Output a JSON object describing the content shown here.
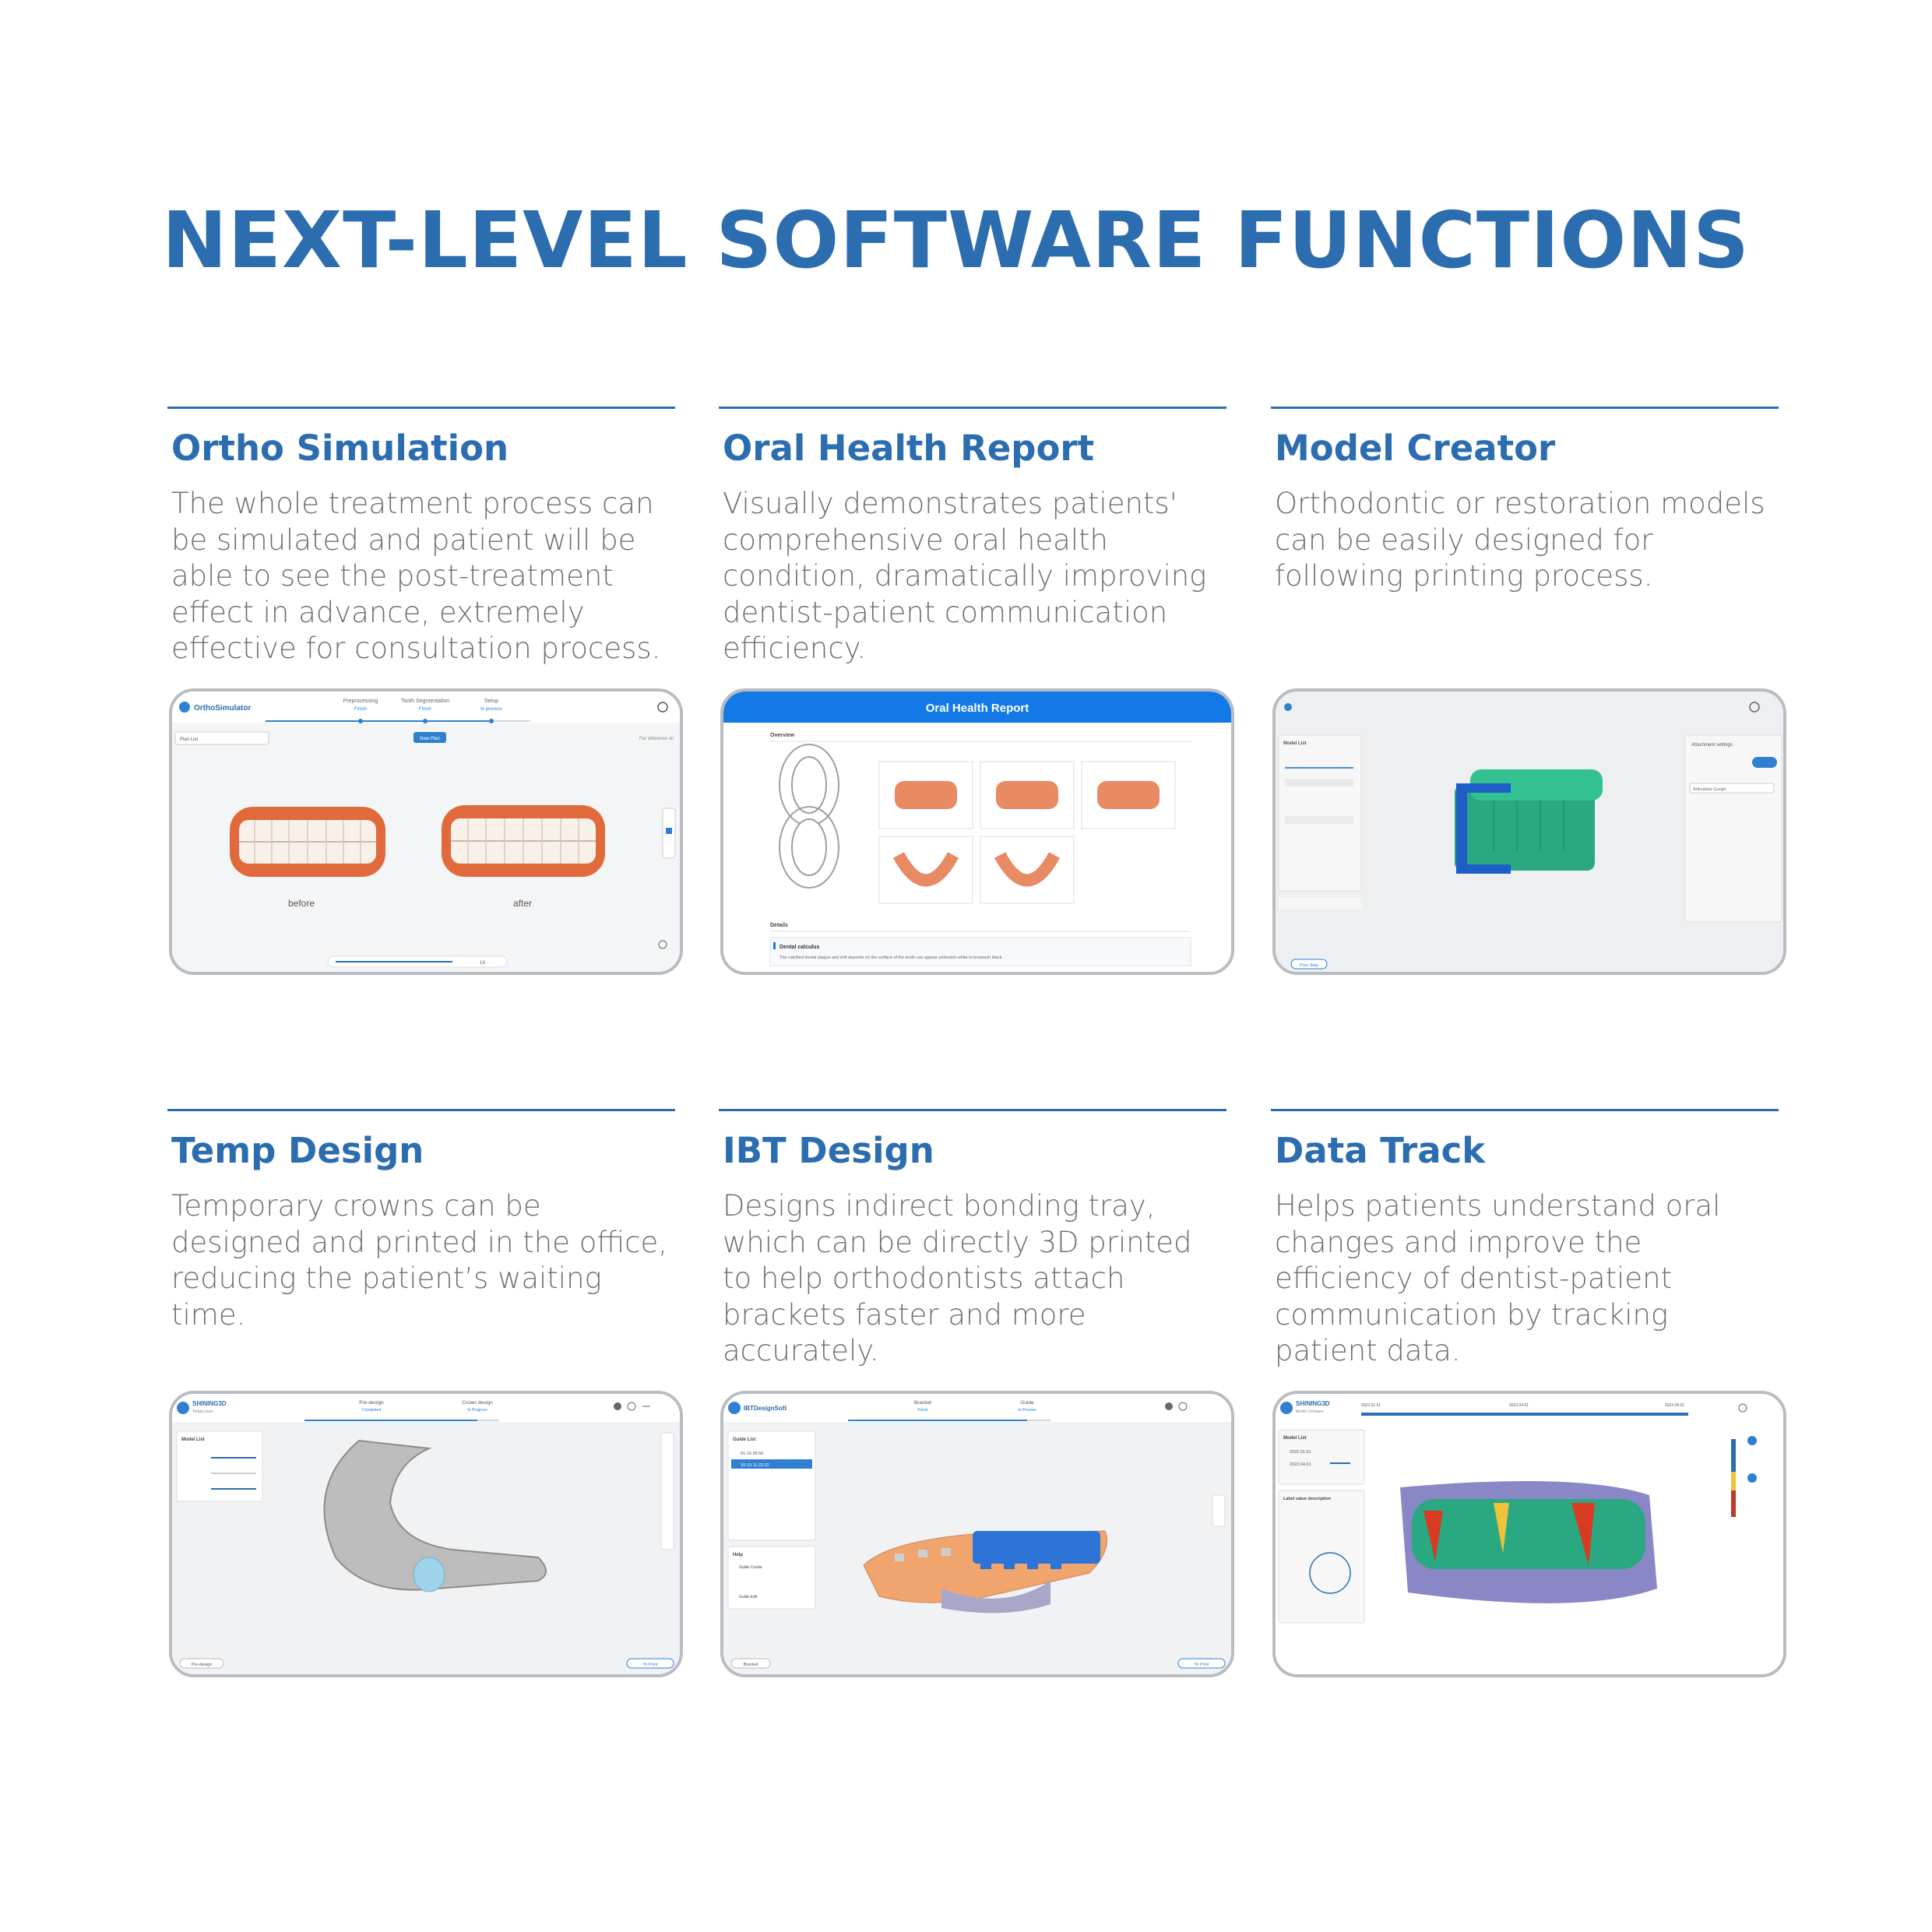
{
  "title": "NEXT-LEVEL SOFTWARE FUNCTIONS",
  "colors": {
    "brand_blue": "#2c6db0",
    "body_text": "#707070",
    "card_border": "#b9bcc1"
  },
  "features": [
    {
      "title": "Ortho Simulation",
      "description": "The whole treatment process can be simulated and patient will be able to see the post-treatment effect in advance, extremely effective for consultation process.",
      "screenshot": {
        "app_name": "OrthoSimulator",
        "steps": [
          {
            "label": "Preprocessing",
            "status": "Finish"
          },
          {
            "label": "Tooth Segmentation",
            "status": "Finish"
          },
          {
            "label": "Setup",
            "status": "In process"
          }
        ],
        "plan_list_label": "Plan List",
        "new_plan_button": "New Plan",
        "reference_label": "For reference on",
        "before_label": "before",
        "after_label": "after",
        "speed_label": "1X"
      }
    },
    {
      "title": "Oral Health Report",
      "description": "Visually demonstrates patients' comprehensive oral health condition, dramatically improving dentist-patient communication efficiency.",
      "screenshot": {
        "header": "Oral Health Report",
        "overview_label": "Overview",
        "details_label": "Details",
        "finding_title": "Dental calculus",
        "finding_text": "The calcified dental plaque and soft deposits on the surface of the teeth can appear yellowish-white to brownish black."
      }
    },
    {
      "title": "Model Creator",
      "description": "Orthodontic or restoration models can be easily designed for following printing process.",
      "screenshot": {
        "model_list_label": "Model List",
        "attachment_settings_label": "Attachment settings",
        "articulator_label": "Articulator Gunjel",
        "prev_step_label": "Prev Step"
      }
    },
    {
      "title": "Temp Design",
      "description": "Temporary crowns can be designed and printed in the office, reducing the patient’s waiting time.",
      "screenshot": {
        "app_name": "SHINING3D",
        "app_sub": "TempCrown",
        "steps": [
          {
            "label": "Pre-design",
            "status": "Completed"
          },
          {
            "label": "Crown design",
            "status": "In Progress"
          }
        ],
        "model_list_label": "Model List",
        "prev_button": "Pre-design",
        "next_button": "To Print"
      }
    },
    {
      "title": "IBT Design",
      "description": "Designs indirect bonding tray, which can be directly 3D printed to help orthodontists attach brackets faster and more accurately.",
      "screenshot": {
        "app_name": "IBTDesignSoft",
        "steps": [
          {
            "label": "Bracket",
            "status": "Finish"
          },
          {
            "label": "Guide",
            "status": "In Process"
          }
        ],
        "guide_list_label": "Guide List",
        "guide_items": [
          "01-16 05:56",
          "10-13 11:22:22"
        ],
        "help_label": "Help",
        "help_items": [
          "Guide Create",
          "Guide Edit"
        ],
        "prev_button": "Bracket",
        "next_button": "To Print"
      }
    },
    {
      "title": "Data Track",
      "description": "Helps patients understand oral changes and improve the efficiency of dentist-patient communication by tracking patient data.",
      "screenshot": {
        "app_name": "SHINING3D",
        "app_sub": "Model Compare",
        "timeline_dates": [
          "2022.01.01",
          "2022.04.01",
          "2022.08.01"
        ],
        "model_list_label": "Model List",
        "model_items": [
          "2022.01.01",
          "2022.04.01"
        ],
        "label_panel": "Label value description"
      }
    }
  ]
}
